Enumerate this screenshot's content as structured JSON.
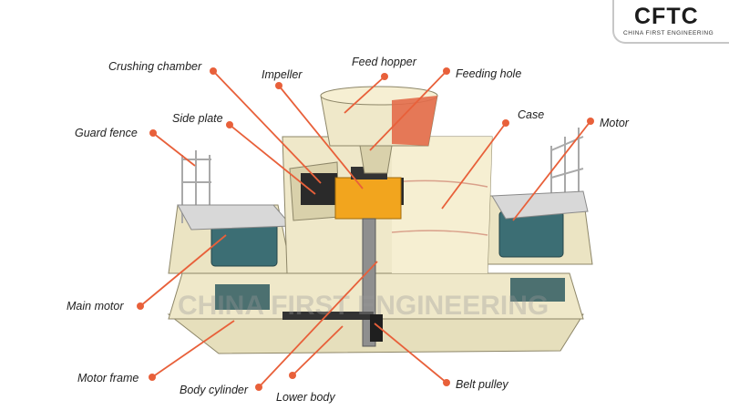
{
  "logo": {
    "mark": "CFTC",
    "subtitle": "CHINA FIRST ENGINEERING"
  },
  "watermark": "CHINA FIRST ENGINEERING",
  "labels": {
    "crushing_chamber": "Crushing chamber",
    "impeller": "Impeller",
    "feed_hopper": "Feed hopper",
    "feeding_hole": "Feeding hole",
    "case": "Case",
    "motor": "Motor",
    "side_plate": "Side plate",
    "guard_fence": "Guard fence",
    "main_motor": "Main motor",
    "motor_frame": "Motor frame",
    "body_cylinder": "Body cylinder",
    "lower_body": "Lower body",
    "belt_pulley": "Belt pulley"
  },
  "colors": {
    "leader": "#e8603a",
    "body": "#efe8c9",
    "body_shade": "#d9d1ab",
    "rotor": "#f2a51e",
    "motor_teal": "#3c6e74",
    "metal": "#d9d9d9"
  }
}
